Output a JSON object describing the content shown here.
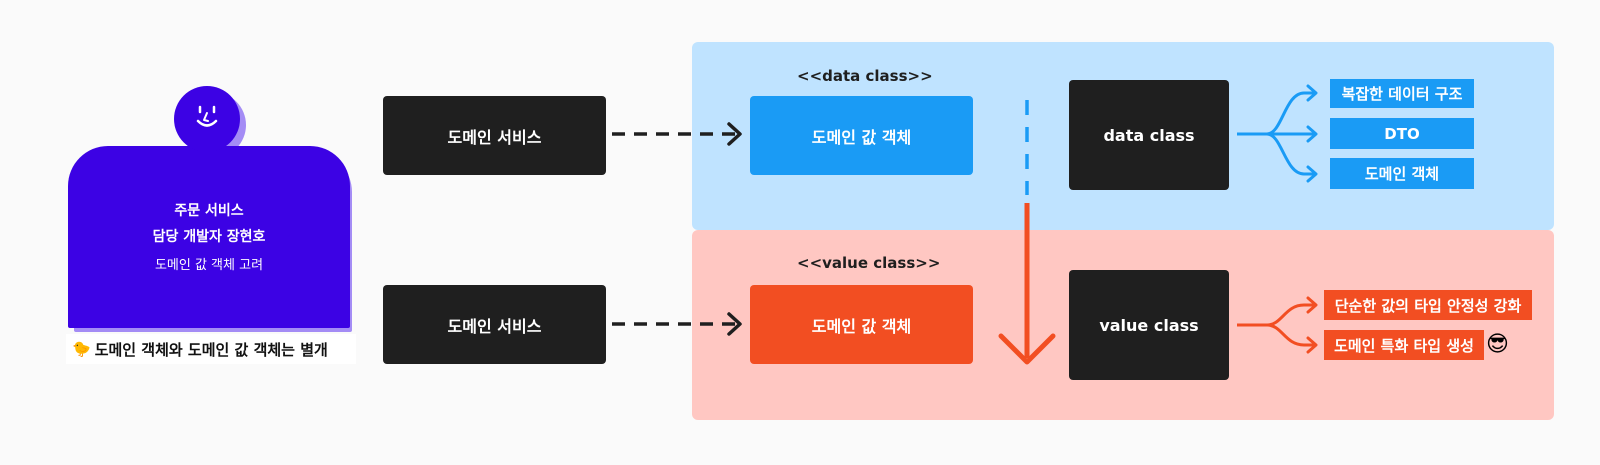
{
  "profile": {
    "line1": "주문 서비스",
    "line2": "담당 개발자 장현호",
    "line3": "도메인 값 객체 고려",
    "caption_emoji": "🐤",
    "caption": "도메인 객체와 도메인 값 객체는 별개"
  },
  "top_row": {
    "service_label": "도메인 서비스",
    "stereotype": "<<data class>>",
    "value_object_label": "도메인 값 객체",
    "class_label": "data class",
    "uses": [
      "복잡한 데이터 구조",
      "DTO",
      "도메인 객체"
    ]
  },
  "bottom_row": {
    "service_label": "도메인 서비스",
    "stereotype": "<<value class>>",
    "value_object_label": "도메인 값 객체",
    "class_label": "value class",
    "uses": [
      "단순한 값의 타입 안정성 강화",
      "도메인 특화 타입 생성"
    ],
    "emoji": "😎"
  },
  "colors": {
    "blue_panel": "#bfe3ff",
    "red_panel": "#ffc7c2",
    "accent_blue": "#1a9bf5",
    "accent_red": "#f24e22",
    "purple": "#3c02e4",
    "dark": "#1f1f1f"
  }
}
